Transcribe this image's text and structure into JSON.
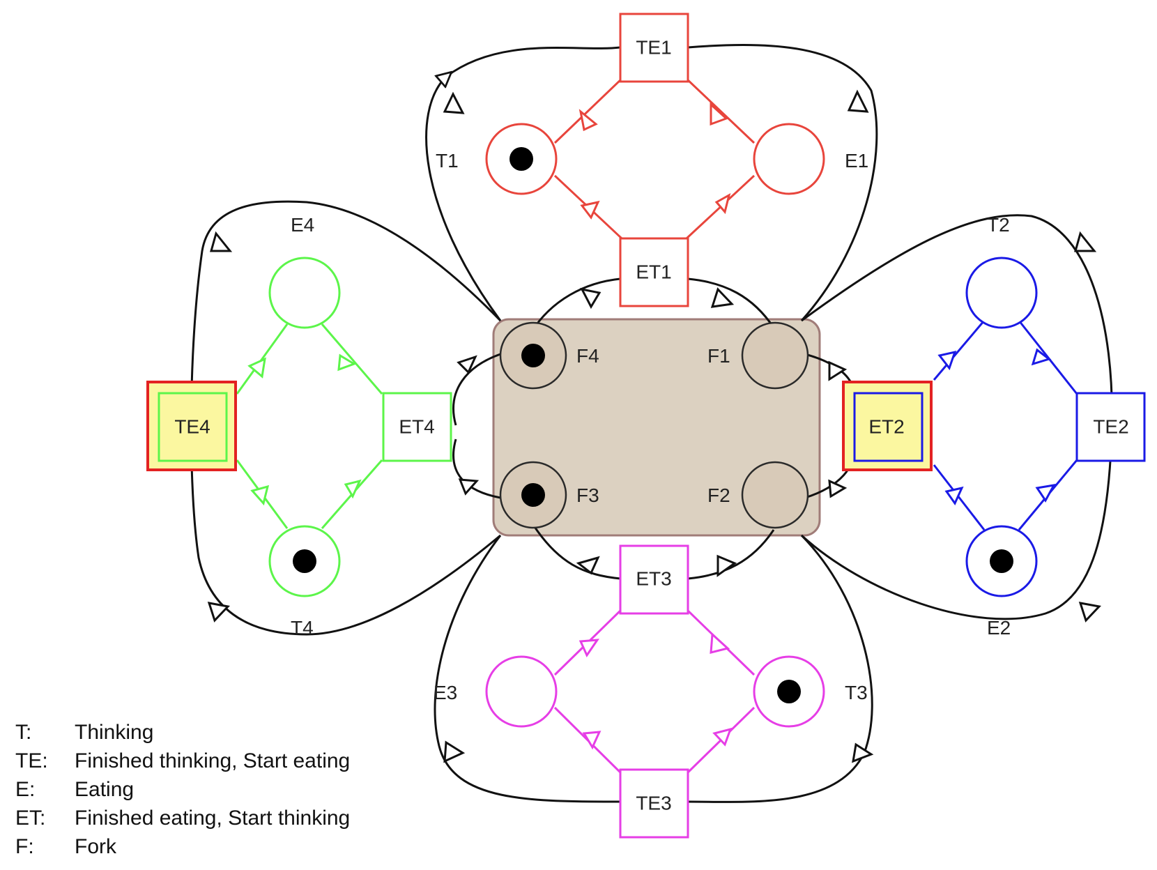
{
  "places": {
    "T1": {
      "label": "T1",
      "tokens": 1,
      "color": "#e8453c"
    },
    "E1": {
      "label": "E1",
      "tokens": 0,
      "color": "#e8453c"
    },
    "T2": {
      "label": "T2",
      "tokens": 0,
      "color": "#1a1ae6"
    },
    "E2": {
      "label": "E2",
      "tokens": 1,
      "color": "#1a1ae6"
    },
    "T3": {
      "label": "T3",
      "tokens": 1,
      "color": "#e63ee6"
    },
    "E3": {
      "label": "E3",
      "tokens": 0,
      "color": "#e63ee6"
    },
    "T4": {
      "label": "T4",
      "tokens": 1,
      "color": "#5cf54a"
    },
    "E4": {
      "label": "E4",
      "tokens": 0,
      "color": "#5cf54a"
    },
    "F1": {
      "label": "F1",
      "tokens": 0
    },
    "F2": {
      "label": "F2",
      "tokens": 0
    },
    "F3": {
      "label": "F3",
      "tokens": 1
    },
    "F4": {
      "label": "F4",
      "tokens": 1
    }
  },
  "transitions": {
    "TE1": {
      "label": "TE1",
      "color": "#e8453c",
      "highlighted": false
    },
    "ET1": {
      "label": "ET1",
      "color": "#e8453c",
      "highlighted": false
    },
    "TE2": {
      "label": "TE2",
      "color": "#1a1ae6",
      "highlighted": false
    },
    "ET2": {
      "label": "ET2",
      "color": "#1a1ae6",
      "highlighted": true
    },
    "TE3": {
      "label": "TE3",
      "color": "#e63ee6",
      "highlighted": false
    },
    "ET3": {
      "label": "ET3",
      "color": "#e63ee6",
      "highlighted": false
    },
    "TE4": {
      "label": "TE4",
      "color": "#5cf54a",
      "highlighted": true
    },
    "ET4": {
      "label": "ET4",
      "color": "#5cf54a",
      "highlighted": false
    }
  },
  "colors": {
    "arc": "#111111",
    "fork_area": "#dcd1c1",
    "fork_area_border": "#a07c78",
    "highlight_fill": "#fbf7a0",
    "highlight_border": "#e32222"
  },
  "legend": [
    {
      "key": "T:",
      "desc": "Thinking"
    },
    {
      "key": "TE:",
      "desc": "Finished thinking, Start eating"
    },
    {
      "key": "E:",
      "desc": "Eating"
    },
    {
      "key": "ET:",
      "desc": "Finished eating, Start thinking"
    },
    {
      "key": "F:",
      "desc": "Fork"
    }
  ]
}
